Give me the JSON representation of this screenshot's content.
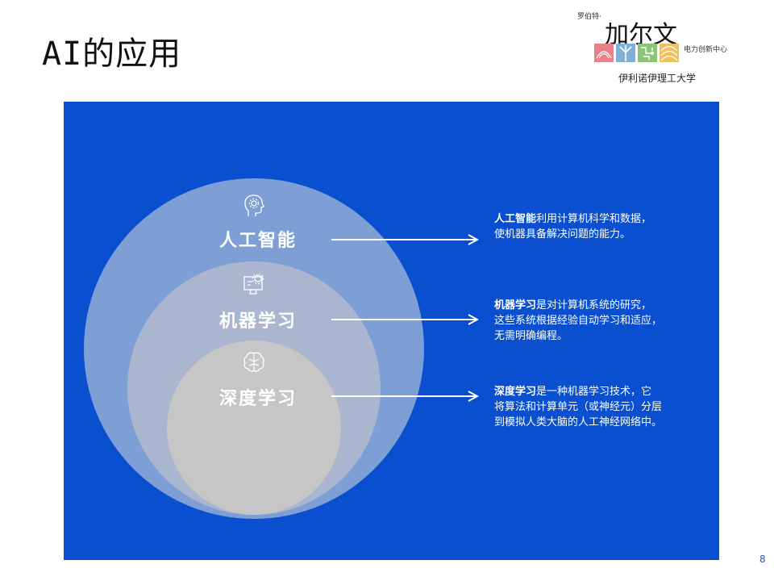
{
  "slide": {
    "title": "AI的应用",
    "page_number": "8"
  },
  "logo": {
    "prefix": "罗伯特·",
    "name": "加尔文",
    "subtitle": "电力创新中心",
    "university": "伊利诺伊理工大学",
    "tile_colors": [
      "#e8808a",
      "#7fb0d8",
      "#8cc47a",
      "#f0c060"
    ]
  },
  "colors": {
    "panel_background": "#0a4fcf",
    "circle_outer": "#7e9fd6",
    "circle_middle": "#aab6cf",
    "circle_inner": "#c6c6c6"
  },
  "layers": [
    {
      "label": "人工智能",
      "icon": "head-gear-icon",
      "term": "人工智能",
      "desc_lines": [
        "利用计算机科学和数据，",
        "使机器具备解决问题的能力。"
      ]
    },
    {
      "label": "机器学习",
      "icon": "computer-gear-icon",
      "term": "机器学习",
      "desc_lines": [
        "是对计算机系统的研究，",
        "这些系统根据经验自动学习和适应，",
        "无需明确编程。"
      ]
    },
    {
      "label": "深度学习",
      "icon": "brain-icon",
      "term": "深度学习",
      "desc_lines": [
        "是一种机器学习技术，它",
        "将算法和计算单元（或神经元）分层",
        "到模拟人类大脑的人工神经网络中。"
      ]
    }
  ]
}
